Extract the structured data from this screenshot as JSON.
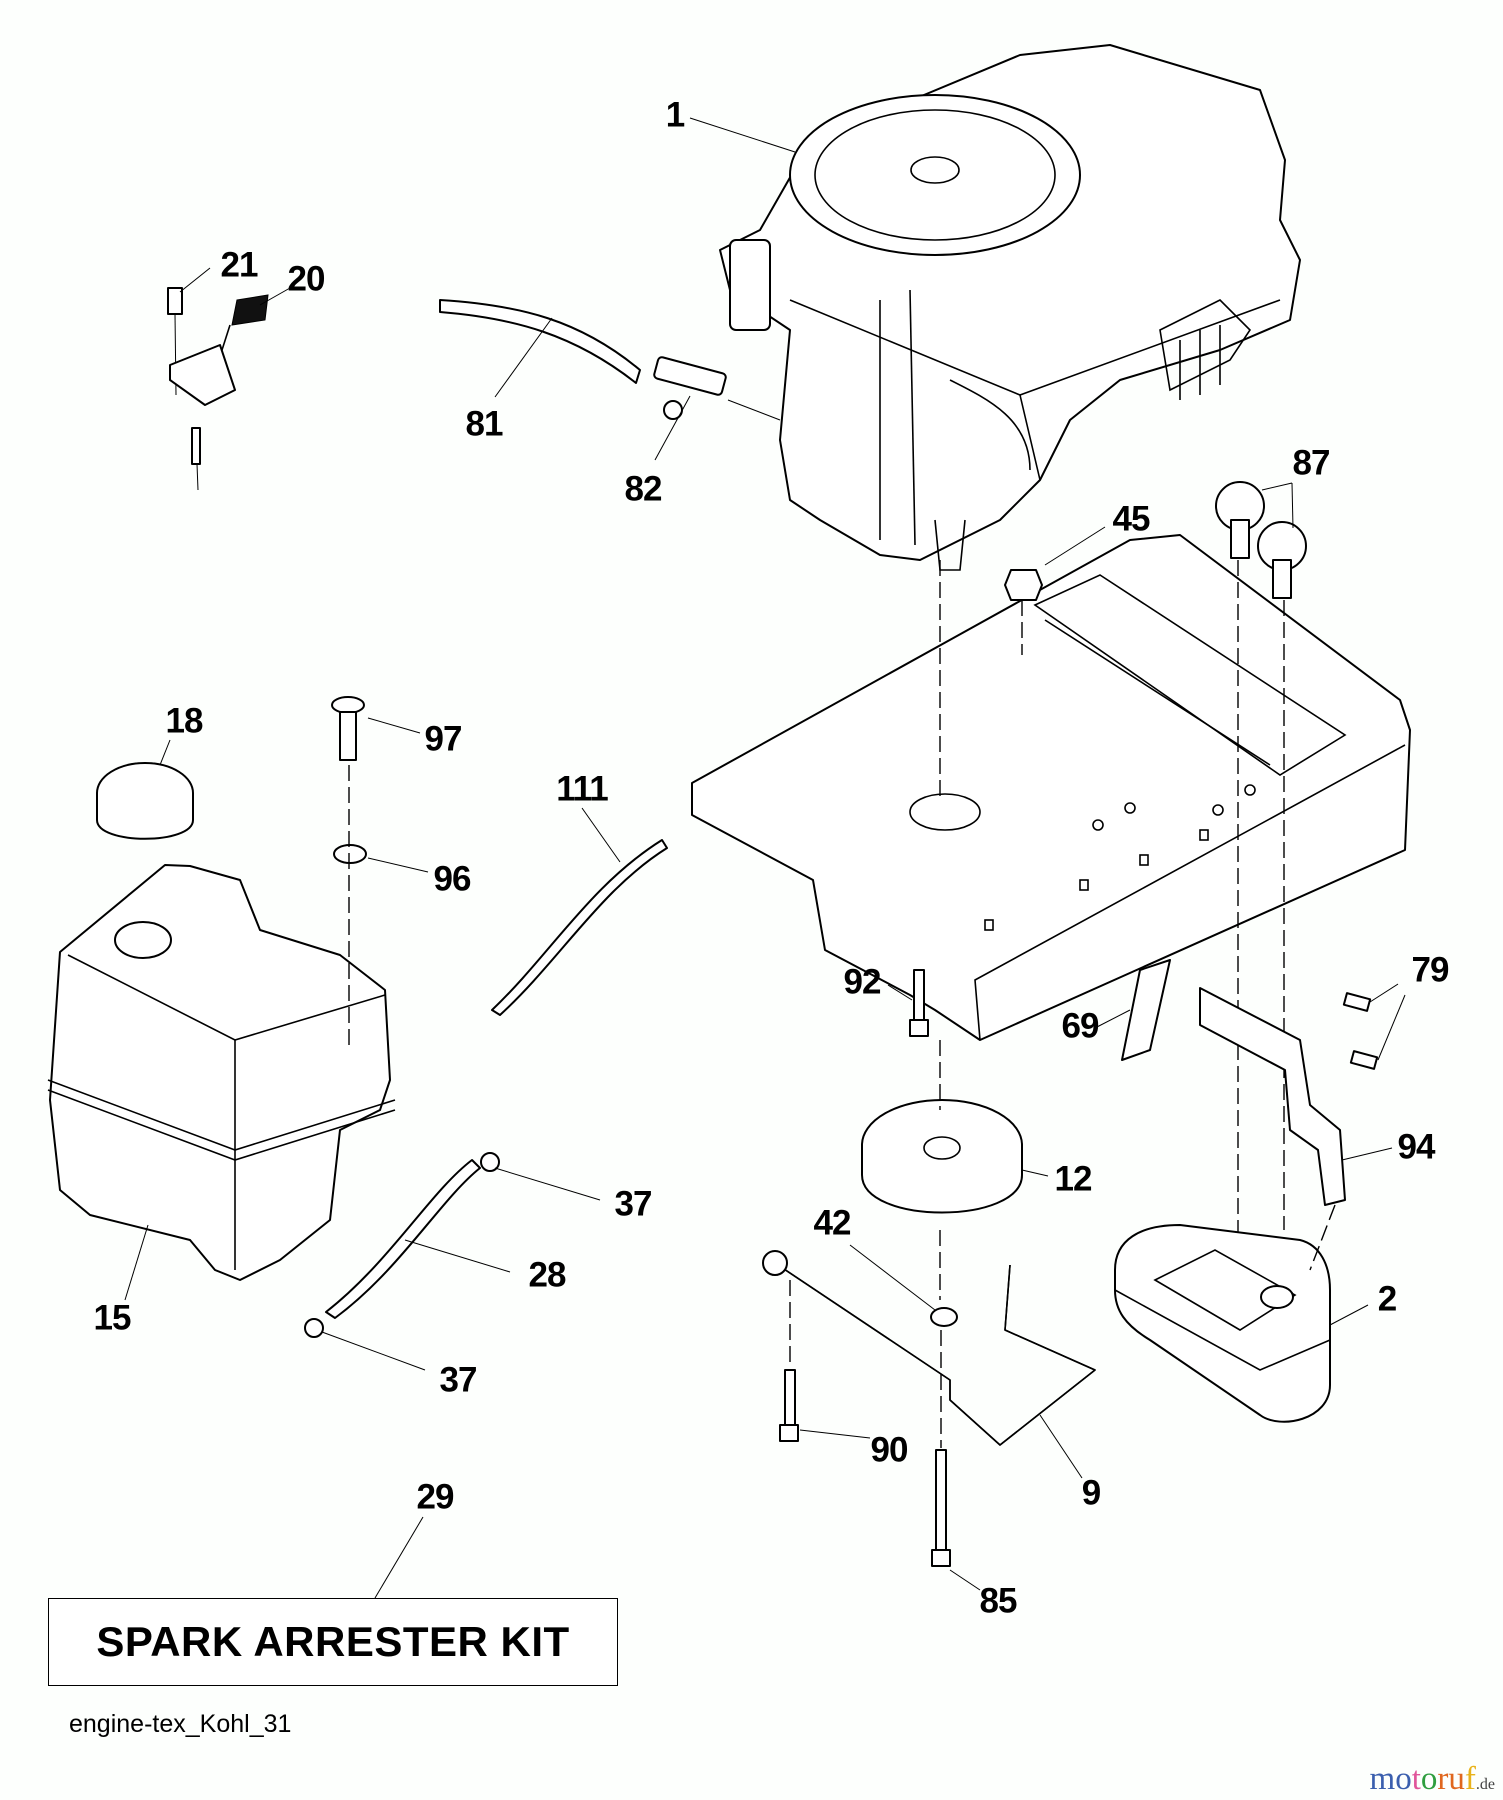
{
  "diagram": {
    "title": "Engine parts diagram",
    "callouts": [
      {
        "id": "c1",
        "label": "1",
        "part": "engine"
      },
      {
        "id": "c21",
        "label": "21",
        "part": "bolt"
      },
      {
        "id": "c20",
        "label": "20",
        "part": "throttle-control"
      },
      {
        "id": "c81",
        "label": "81",
        "part": "fuel-line"
      },
      {
        "id": "c82",
        "label": "82",
        "part": "fuel-filter"
      },
      {
        "id": "c87",
        "label": "87",
        "part": "serrated-bolts"
      },
      {
        "id": "c45",
        "label": "45",
        "part": "nut"
      },
      {
        "id": "c18",
        "label": "18",
        "part": "fuel-cap"
      },
      {
        "id": "c97",
        "label": "97",
        "part": "shoulder-bolt"
      },
      {
        "id": "c111",
        "label": "111",
        "part": "hose"
      },
      {
        "id": "c96",
        "label": "96",
        "part": "washer"
      },
      {
        "id": "c92",
        "label": "92",
        "part": "bolt"
      },
      {
        "id": "c79",
        "label": "79",
        "part": "exhaust-bolts"
      },
      {
        "id": "c69",
        "label": "69",
        "part": "gasket"
      },
      {
        "id": "c94",
        "label": "94",
        "part": "exhaust-pipe"
      },
      {
        "id": "c12",
        "label": "12",
        "part": "pulley"
      },
      {
        "id": "c42",
        "label": "42",
        "part": "washer"
      },
      {
        "id": "c37a",
        "label": "37",
        "part": "hose-clamp"
      },
      {
        "id": "c28",
        "label": "28",
        "part": "fuel-hose"
      },
      {
        "id": "c15",
        "label": "15",
        "part": "fuel-tank"
      },
      {
        "id": "c2",
        "label": "2",
        "part": "muffler"
      },
      {
        "id": "c37b",
        "label": "37",
        "part": "hose-clamp"
      },
      {
        "id": "c90",
        "label": "90",
        "part": "bolt"
      },
      {
        "id": "c9",
        "label": "9",
        "part": "belt-guide-rod"
      },
      {
        "id": "c29",
        "label": "29",
        "part": "spark-arrester-kit"
      },
      {
        "id": "c85",
        "label": "85",
        "part": "bolt"
      }
    ],
    "kit_box_label": "SPARK ARRESTER KIT",
    "footer_code": "engine-tex_Kohl_31"
  },
  "watermark": {
    "letters": [
      {
        "ch": "m",
        "color": "#3b5fae"
      },
      {
        "ch": "o",
        "color": "#3b5fae"
      },
      {
        "ch": "t",
        "color": "#e0559a"
      },
      {
        "ch": "o",
        "color": "#2f9e3f"
      },
      {
        "ch": "r",
        "color": "#e0671e"
      },
      {
        "ch": "u",
        "color": "#e0671e"
      },
      {
        "ch": "f",
        "color": "#e8b21a"
      }
    ],
    "tld": ".de"
  }
}
